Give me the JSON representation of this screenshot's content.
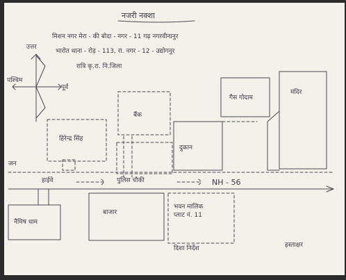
{
  "title": "नजरी नक्शा",
  "header_lines": [
    "मिशन नगर मेरा - की बोदा - नगर - 11 गढ़ नगरवीनानुर",
    "भारोत थाना - रोड़ - 113, रा. नगर - 12 - उद्योगनुर",
    "रात्रि कृ.रा. नि.जिला"
  ],
  "north_label": "उत्तर",
  "left_compass_label": "पश्चिम",
  "right_compass_label": "पूर्व",
  "left_edge_label": "जन",
  "plots": {
    "plot_left": "हिरेन्द्र सिंह",
    "plot_center": "बैंक",
    "shop_middle": "दुकान",
    "shop_top_right": "गैस गोदाम",
    "shop_far_right": "मंदिर",
    "road_label_left": "हाईवे",
    "road_label_mid": "पुलिस चौकी",
    "highway": "NH - 56",
    "bottom_left": "नैमिष धाम",
    "bottom_center": "बाजार",
    "bottom_right_note": "भवन मालिक\nप्लाट नं. 11",
    "bottom_right_foot": "दिशा निर्देश",
    "signature": "हस्ताक्षर"
  },
  "colors": {
    "paper": "#f3f1ea",
    "ink": "#4a4a55",
    "frame": "#2a2a2a"
  }
}
